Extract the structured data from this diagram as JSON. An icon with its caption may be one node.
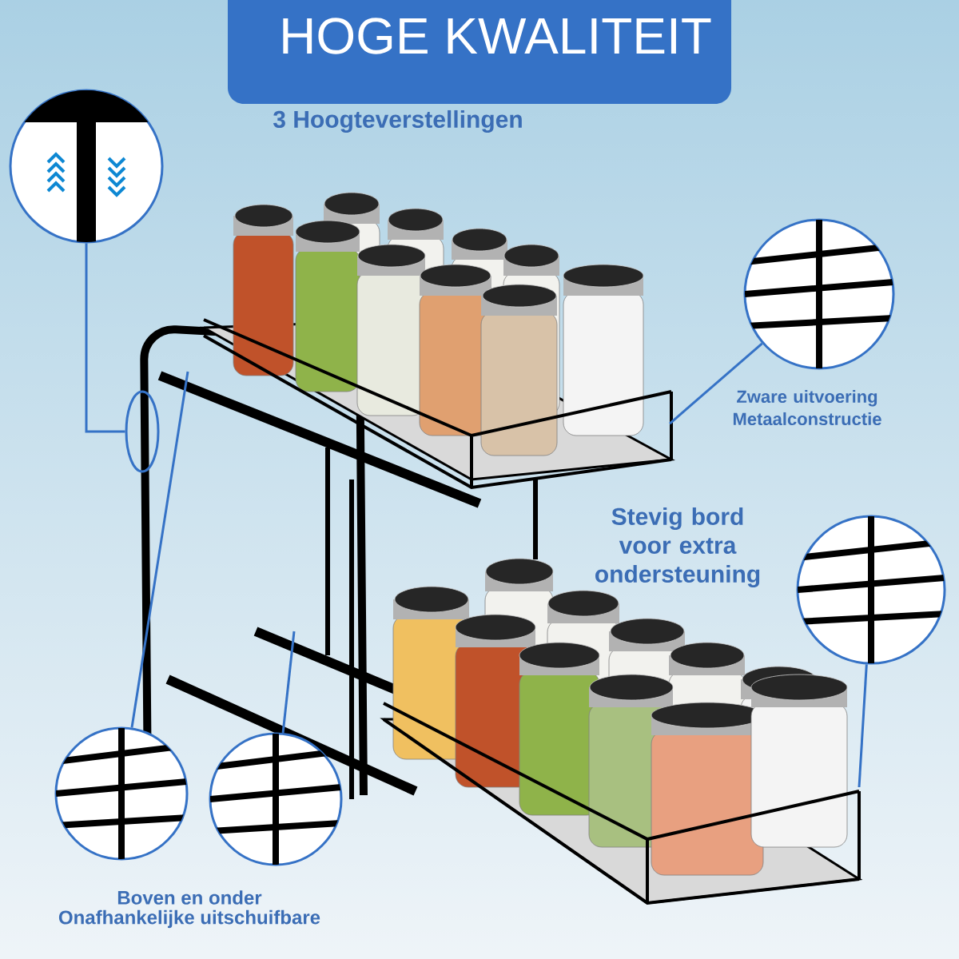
{
  "diagram": {
    "title": "HOGE KWALITEIT",
    "nodes": [
      {
        "text": [],
        "shape": "picture"
      },
      {
        "text": [],
        "shape": "ellipse"
      },
      {
        "text": [],
        "shape": "picture",
        "beside": [
          "Zware uitvoering Metaalconstructie"
        ]
      },
      {
        "text": [],
        "shape": "picture"
      },
      {
        "text": [],
        "shape": "picture"
      },
      {
        "text": [],
        "shape": "picture"
      }
    ],
    "edges": [
      {
        "from": 0,
        "to": 1,
        "arrow": "none"
      },
      {
        "from": 2,
        "to": null,
        "arrow": "none"
      },
      {
        "from": 3,
        "to": null,
        "arrow": "none"
      },
      {
        "from": 4,
        "to": null,
        "arrow": "none"
      },
      {
        "from": 5,
        "to": null,
        "arrow": "none"
      }
    ],
    "labels": [
      "3 Hoogteverstellingen",
      "Stevig bord voor extra ondersteuning",
      "Boven en onder",
      "Onafhankelijke uitschuifbare"
    ]
  }
}
